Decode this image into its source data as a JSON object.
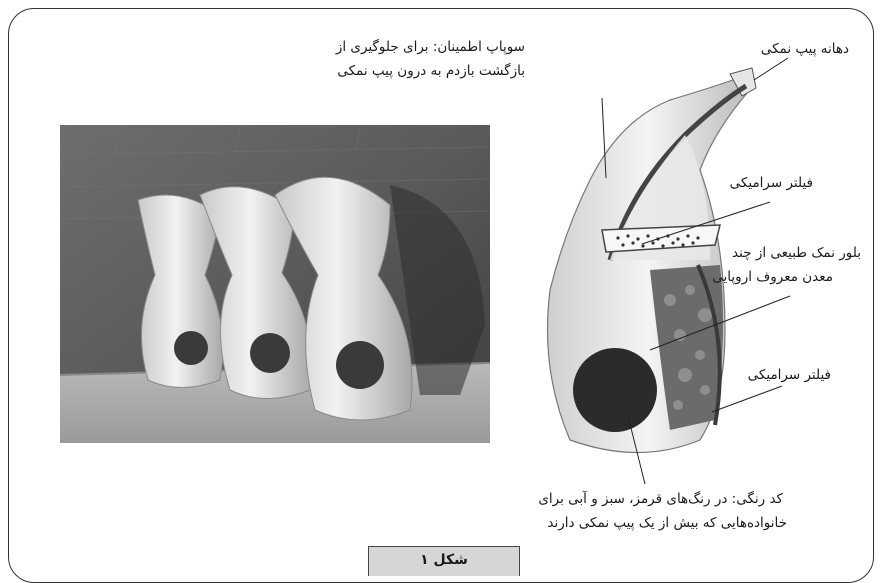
{
  "labels": {
    "mouthpiece": "دهانه پیپ نمکی",
    "valve_line1": "سوپاپ اطمینان: برای جلوگیری از",
    "valve_line2": "بازگشت بازدم به درون پیپ نمکی",
    "ceramic_filter_top": "فیلتر سرامیکی",
    "salt_crystal_line1": "بلور نمک طبیعی از چند",
    "salt_crystal_line2": "معدن معروف اروپایی",
    "ceramic_filter_bottom": "فیلتر سرامیکی",
    "color_code_line1": "کد رنگی: در رنگ‌های قرمز، سبز و آبی برای",
    "color_code_line2": "خانواده‌هایی که بیش از یک پیپ نمکی دارند"
  },
  "caption": "شکل ۱",
  "colors": {
    "border": "#333333",
    "caption_bg": "#d6d6d6"
  }
}
